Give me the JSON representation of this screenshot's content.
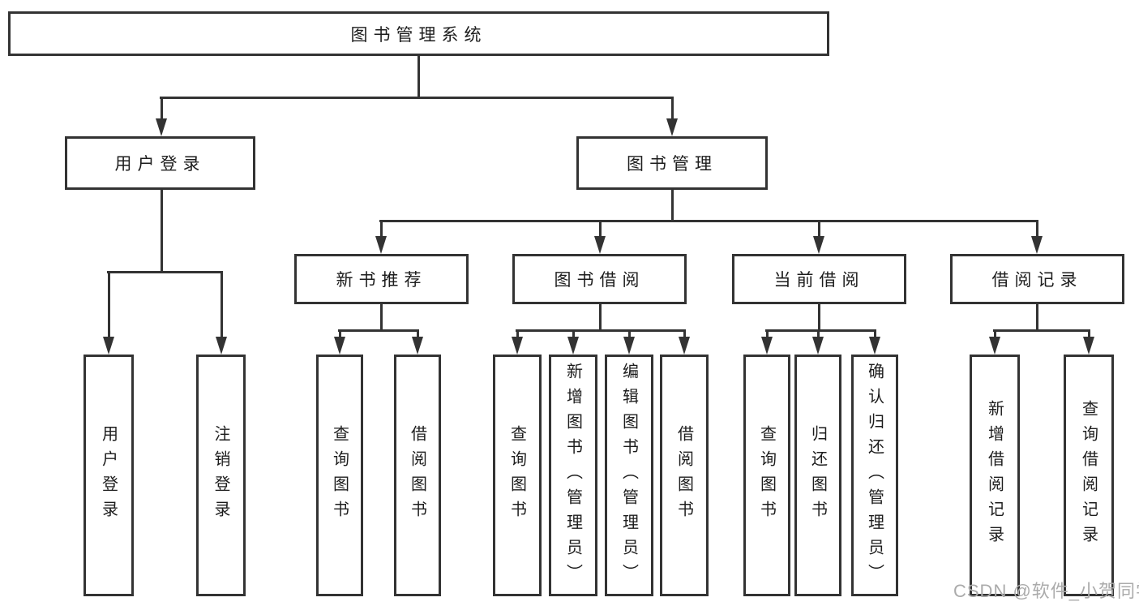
{
  "tree": {
    "root": {
      "label": "图书管理系统"
    },
    "branches": [
      {
        "label": "用户登录",
        "children": [
          {
            "label": "用户登录"
          },
          {
            "label": "注销登录"
          }
        ]
      },
      {
        "label": "图书管理",
        "children": [
          {
            "label": "新书推荐",
            "children": [
              {
                "label": "查询图书"
              },
              {
                "label": "借阅图书"
              }
            ]
          },
          {
            "label": "图书借阅",
            "children": [
              {
                "label": "查询图书"
              },
              {
                "label": "新增图书（管理员）"
              },
              {
                "label": "编辑图书（管理员）"
              },
              {
                "label": "借阅图书"
              }
            ]
          },
          {
            "label": "当前借阅",
            "children": [
              {
                "label": "查询图书"
              },
              {
                "label": "归还图书"
              },
              {
                "label": "确认归还（管理员）"
              }
            ]
          },
          {
            "label": "借阅记录",
            "children": [
              {
                "label": "新增借阅记录"
              },
              {
                "label": "查询借阅记录"
              }
            ]
          }
        ]
      }
    ]
  },
  "watermark": {
    "text": "CSDN @软件_小贺同学"
  },
  "colors": {
    "line": "#333333",
    "text": "#1d1d1d",
    "watermark": "#ababab",
    "background": "#ffffff"
  }
}
